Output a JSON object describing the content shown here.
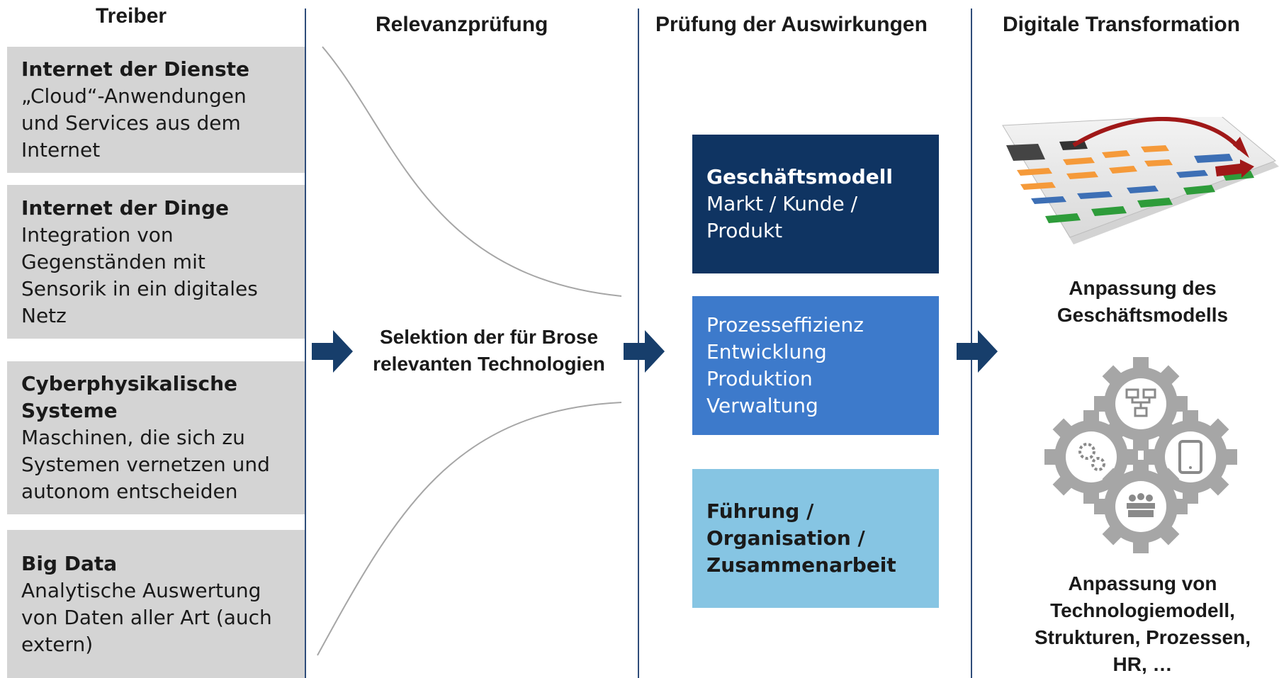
{
  "headers": {
    "treiber": "Treiber",
    "relevanz": "Relevanzprüfung",
    "auswirkungen": "Prüfung der Auswirkungen",
    "transformation": "Digitale Transformation"
  },
  "drivers": [
    {
      "title": "Internet der Dienste",
      "lines": [
        "„Cloud“-Anwendungen",
        "und Services aus dem",
        "Internet"
      ]
    },
    {
      "title": "Internet der Dinge",
      "lines": [
        "Integration von",
        "Gegenständen mit",
        "Sensorik in ein digitales",
        "Netz"
      ]
    },
    {
      "title_lines": [
        "Cyberphysikalische",
        "Systeme"
      ],
      "lines": [
        "Maschinen, die sich zu",
        "Systemen vernetzen und",
        "autonom entscheiden"
      ]
    },
    {
      "title": "Big Data",
      "lines": [
        "Analytische Auswertung",
        "von Daten aller Art (auch",
        "extern)"
      ]
    }
  ],
  "selection": {
    "lines": [
      "Selektion der für Brose",
      "relevanten Technologien"
    ]
  },
  "impacts": [
    {
      "title": "Geschäftsmodell",
      "lines": [
        "Markt / Kunde /",
        "Produkt"
      ],
      "color": "#0f3462",
      "text_color": "#ffffff"
    },
    {
      "lines": [
        "Prozesseffizienz",
        "Entwicklung",
        "Produktion",
        "Verwaltung"
      ],
      "color": "#3d7acb",
      "text_color": "#ffffff"
    },
    {
      "title_lines": [
        "Führung /",
        "Organisation /",
        "Zusammenarbeit"
      ],
      "color": "#86c5e3",
      "text_color": "#1a1a1a"
    }
  ],
  "results": {
    "business_model": [
      "Anpassung des",
      "Geschäftsmodells"
    ],
    "technology": [
      "Anpassung von",
      "Technologiemodell,",
      "Strukturen, Prozessen,",
      "HR, …"
    ]
  },
  "colors": {
    "arrow": "#173e6b",
    "divider": "#2f4d7a",
    "driver_box": "#d4d4d4",
    "gear": "#a6a6a6"
  },
  "icons": {
    "business_model_visual": "business-model-canvas-icon",
    "gears": [
      "network-gear-icon",
      "cogs-gear-icon",
      "tablet-gear-icon",
      "people-gear-icon"
    ]
  }
}
